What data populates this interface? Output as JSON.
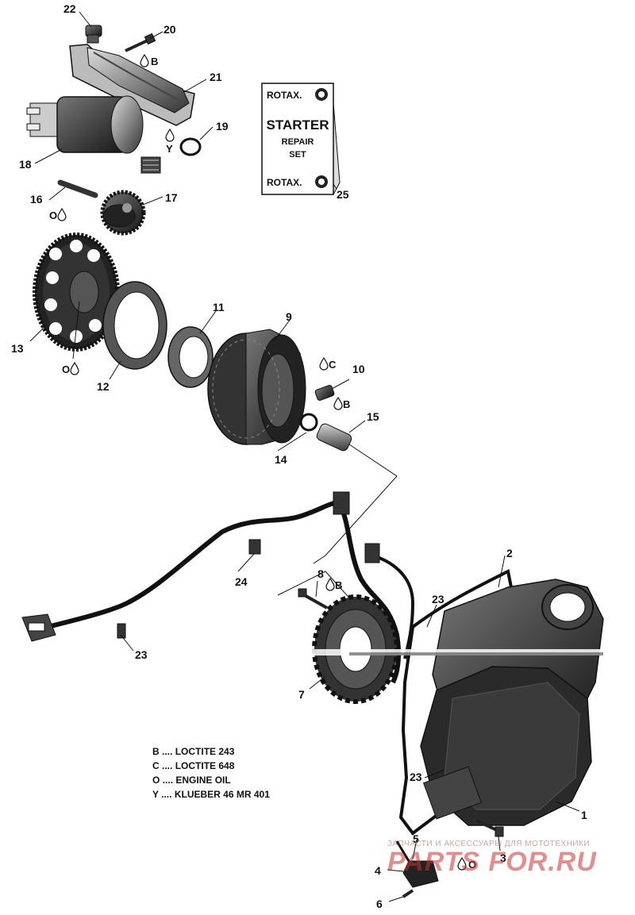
{
  "callouts": {
    "c1": "1",
    "c2": "2",
    "c3": "3",
    "c4": "4",
    "c5": "5",
    "c6": "6",
    "c7": "7",
    "c8": "8",
    "c9": "9",
    "c10": "10",
    "c11": "11",
    "c12": "12",
    "c13": "13",
    "c14": "14",
    "c15": "15",
    "c16": "16",
    "c17": "17",
    "c18": "18",
    "c19": "19",
    "c20": "20",
    "c21": "21",
    "c22": "22",
    "c23a": "23",
    "c23b": "23",
    "c23c": "23",
    "c24": "24",
    "c25": "25"
  },
  "symbols": {
    "s20": "B",
    "s18": "Y",
    "s16": "O",
    "s13": "O",
    "s10": "C",
    "s15": "B",
    "s8": "B",
    "s5": "O"
  },
  "repair_card": {
    "brand_top": "ROTAX.",
    "title": "STARTER",
    "line2": "REPAIR",
    "line3": "SET",
    "brand_bottom": "ROTAX."
  },
  "legend": [
    {
      "code": "B",
      "dots": "....",
      "text": "LOCTITE 243"
    },
    {
      "code": "C",
      "dots": "....",
      "text": "LOCTITE 648"
    },
    {
      "code": "O",
      "dots": "....",
      "text": "ENGINE OIL"
    },
    {
      "code": "Y",
      "dots": "....",
      "text": "KLUEBER 46 MR 401"
    }
  ],
  "watermark": {
    "top": "ЗАПЧАСТИ И АКСЕССУАРЫ ДЛЯ МОТОТЕХНИКИ",
    "main": "PARTS FOR.RU"
  },
  "icons": [
    "drop-icon",
    "rotax-logo-icon"
  ]
}
